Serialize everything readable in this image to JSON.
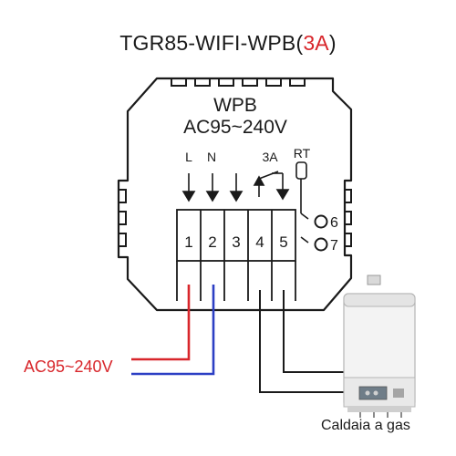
{
  "title": {
    "main": "TGR85-WIFI-WPB",
    "open_paren": "(",
    "accent": "3A",
    "close_paren": ")",
    "accent_color": "#d8262b"
  },
  "device": {
    "model": "WPB",
    "voltage": "AC95~240V",
    "terminal_top_labels": [
      "L",
      "N",
      "3A",
      "RT"
    ],
    "terminal_numbers": [
      "1",
      "2",
      "3",
      "4",
      "5"
    ],
    "sensor_terminals": [
      "6",
      "7"
    ]
  },
  "wiring": {
    "power_label": "AC95~240V",
    "live_color": "#d8262b",
    "neutral_color": "#2c3fc4"
  },
  "boiler": {
    "label": "Caldaia a gas",
    "icon": "gas-boiler-icon"
  }
}
